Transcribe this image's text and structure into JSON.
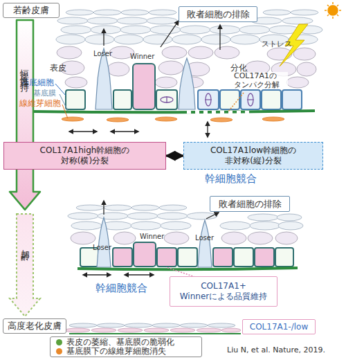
{
  "diagram": {
    "nodes": [
      {
        "text": [
          "若齢皮膚"
        ]
      },
      {
        "text": [
          "敗者細胞の排除"
        ]
      },
      {
        "text": [
          "COL17A1high幹細胞の 対称(横)分裂"
        ]
      },
      {
        "text": [
          "COL17A1low幹細胞の 非対称(縦)分裂"
        ]
      },
      {
        "text": [
          "敗者細胞の排除"
        ]
      },
      {
        "text": [
          "COL17A1+ Winnerによる品質維持"
        ]
      },
      {
        "text": [
          "高度老化皮膚"
        ]
      },
      {
        "text": [
          "COL17A1-/low"
        ]
      }
    ],
    "edges": [
      {
        "from": 0,
        "to": 6,
        "arrow": "to",
        "label": "恒常性維持"
      },
      {
        "from": 2,
        "to": 3,
        "arrow": "both"
      }
    ],
    "labels": [
      "表皮",
      "分化",
      "Loser",
      "Winner",
      "ストレス",
      "基底細胞",
      "基底膜",
      "COL17A1の タンパク分解",
      "線維芽細胞",
      "幹細胞競合",
      "Loser",
      "Winner",
      "Loser",
      "加齢",
      "幹細胞競合",
      "Liu N, et al. Nature, 2019."
    ],
    "legend": [
      {
        "text": "表皮の萎縮、基底膜の脆弱化",
        "color": "#5aa03c"
      },
      {
        "text": "基底膜下の線維芽細胞消失",
        "color": "#e8882a"
      }
    ]
  }
}
